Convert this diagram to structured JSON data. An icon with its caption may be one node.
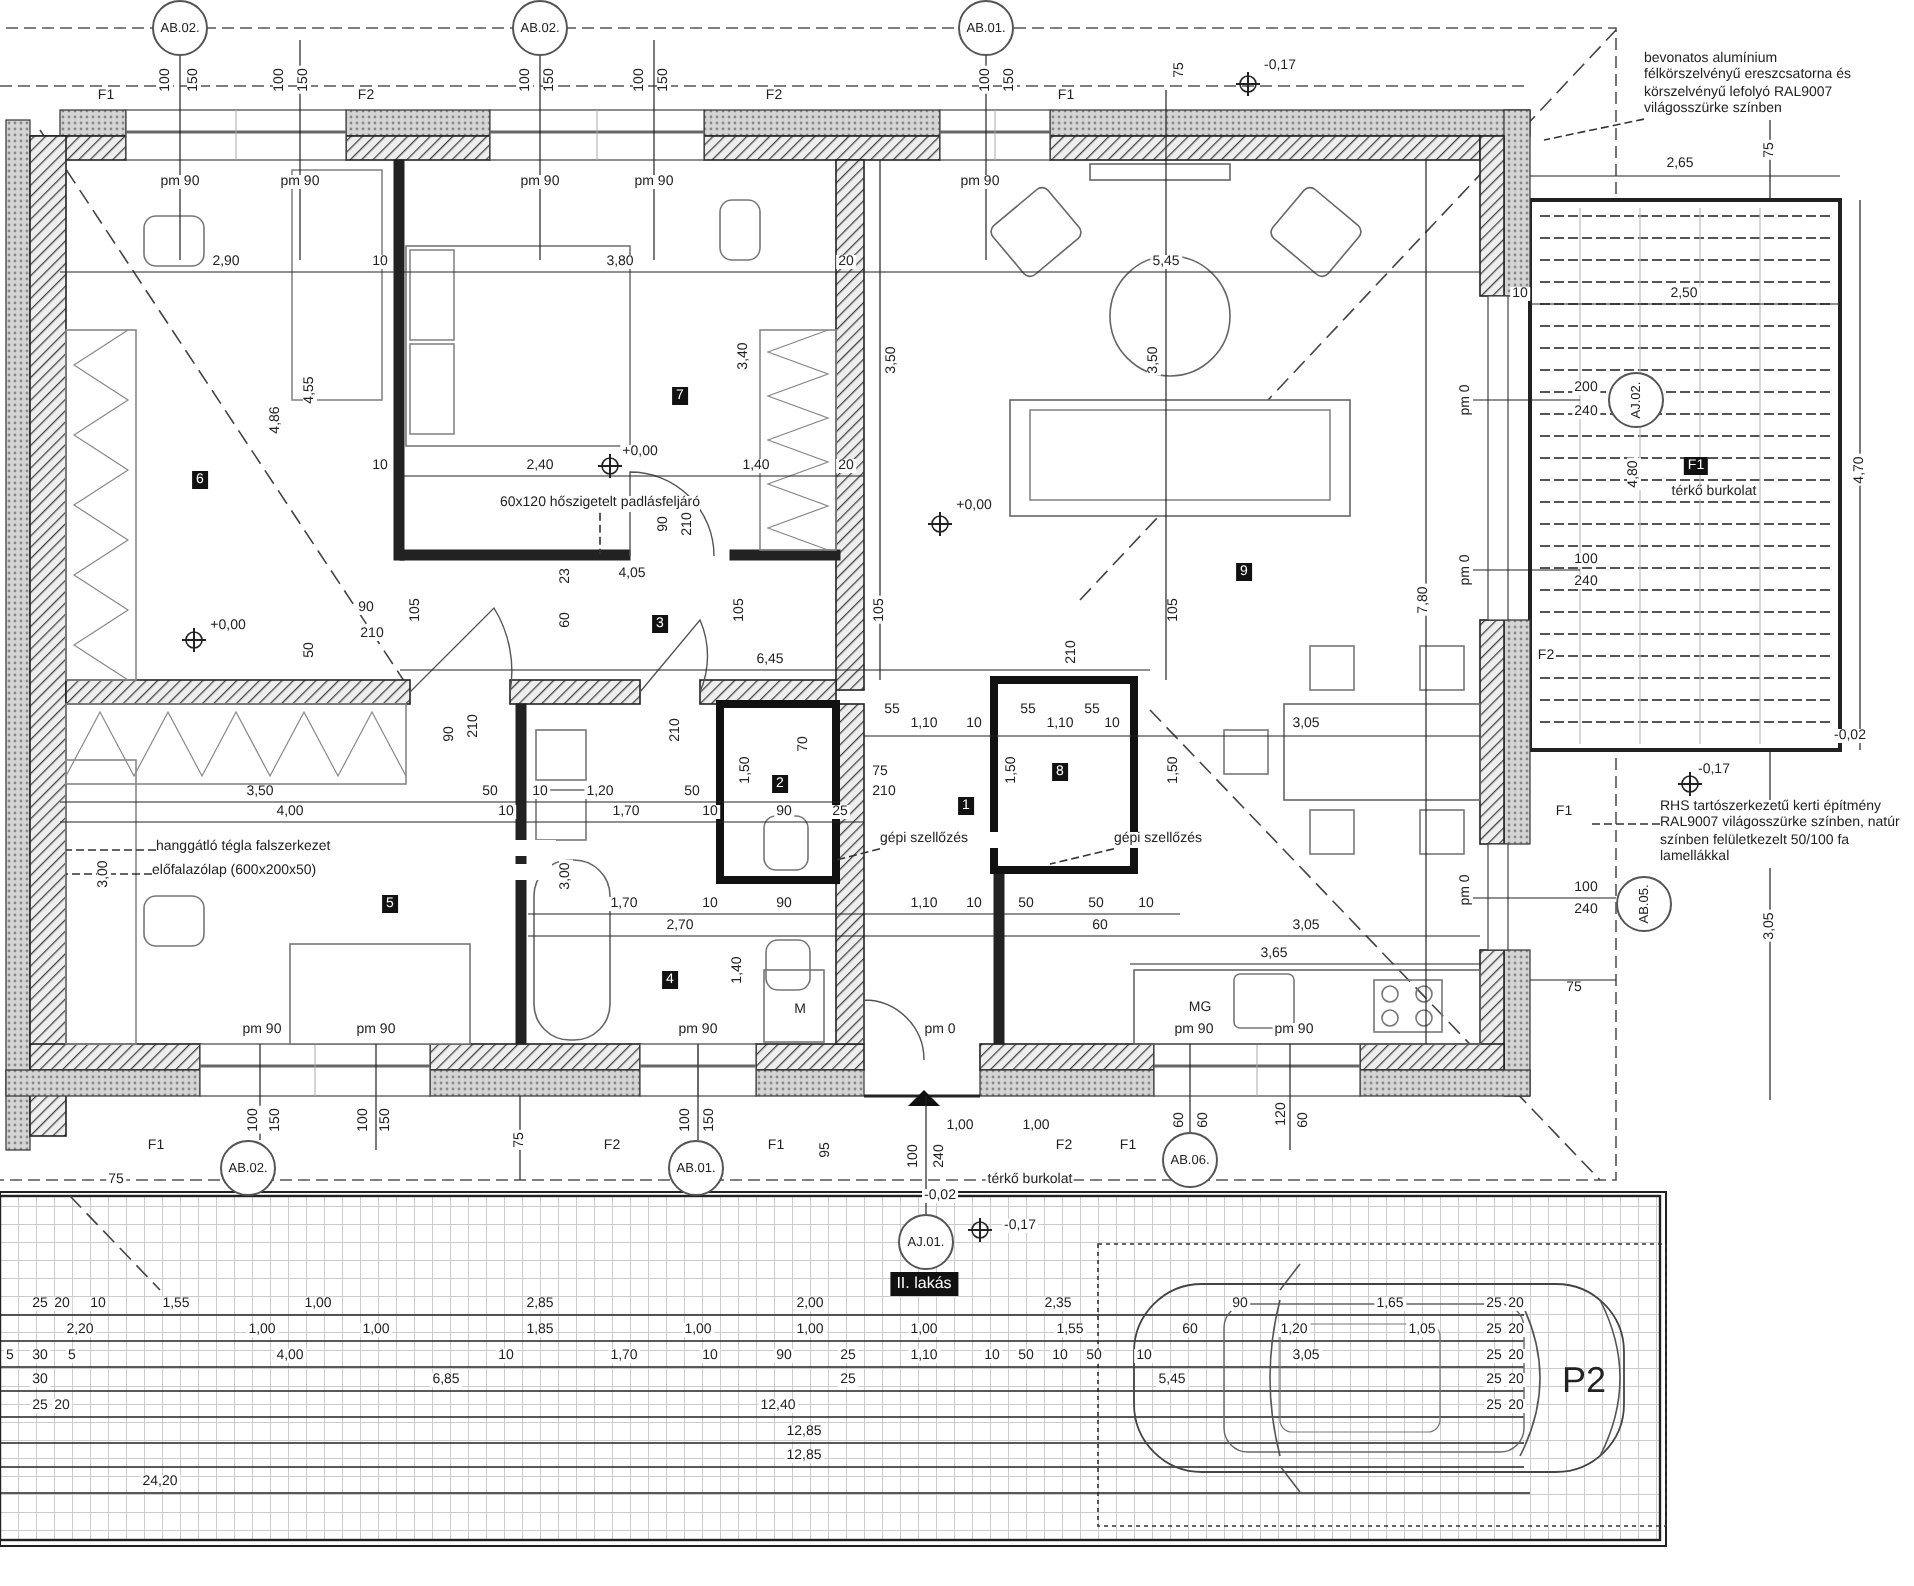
{
  "diagram": {
    "nodes": [
      {
        "text": [
          "bevonatos alumínium félkörszelvényű ereszcsatorna és körszelvényű lefolyó RAL9007 világosszürke színben"
        ]
      },
      {
        "text": [
          "hanggátló tégla falszerkezet"
        ]
      },
      {
        "text": [
          "előfalazólap (600x200x50)"
        ]
      },
      {
        "text": [
          "60x120 hőszigetelt padlásfeljáró"
        ]
      },
      {
        "text": [
          "gépi szellőzés"
        ]
      },
      {
        "text": [
          "gépi szellőzés"
        ]
      },
      {
        "text": [
          "RHS tartószerkezetű kerti építmény RAL9007 világosszürke színben, natúr színben felületkezelt 50/100 fa lamellákkal"
        ]
      },
      {
        "text": [
          "AB.02."
        ]
      },
      {
        "text": [
          "AB.02."
        ]
      },
      {
        "text": [
          "AB.01."
        ]
      },
      {
        "text": [
          "AJ.02."
        ]
      },
      {
        "text": [
          "AB.05."
        ]
      },
      {
        "text": [
          "AB.02."
        ]
      },
      {
        "text": [
          "AB.01."
        ]
      },
      {
        "text": [
          "AB.06."
        ]
      },
      {
        "text": [
          "AJ.01."
        ]
      },
      {
        "text": [
          "6"
        ]
      },
      {
        "text": [
          "7"
        ]
      },
      {
        "text": [
          "9"
        ]
      },
      {
        "text": [
          "3"
        ]
      },
      {
        "text": [
          "2"
        ]
      },
      {
        "text": [
          "1"
        ]
      },
      {
        "text": [
          "8"
        ]
      },
      {
        "text": [
          "5"
        ]
      },
      {
        "text": [
          "4"
        ]
      },
      {
        "text": [
          "F1"
        ]
      },
      {
        "text": [
          "II. lakás"
        ]
      }
    ],
    "edges": [
      {
        "from": 0,
        "to": null,
        "arrow": "none",
        "style": "dashed"
      },
      {
        "from": 1,
        "to": null,
        "arrow": "none",
        "style": "dashed"
      },
      {
        "from": 2,
        "to": null,
        "arrow": "none",
        "style": "dashed"
      },
      {
        "from": 3,
        "to": null,
        "arrow": "none",
        "style": "dashed"
      },
      {
        "from": 4,
        "to": null,
        "arrow": "none",
        "style": "dashed"
      },
      {
        "from": 5,
        "to": null,
        "arrow": "none",
        "style": "dashed"
      },
      {
        "from": 6,
        "to": null,
        "arrow": "none",
        "style": "dashed"
      }
    ],
    "labels": [
      "100",
      "150",
      "100",
      "150",
      "100",
      "150",
      "100",
      "150",
      "100",
      "150",
      "75",
      "-0,17",
      "F1",
      "F2",
      "F2",
      "F1",
      "pm 90",
      "pm 90",
      "pm 90",
      "pm 90",
      "pm 90",
      "2,90",
      "10",
      "3,80",
      "20",
      "5,45",
      "2,65",
      "75",
      "10",
      "2,50",
      "4,86",
      "4,55",
      "3,40",
      "3,50",
      "3,50",
      "+0,00",
      "10",
      "2,40",
      "1,40",
      "20",
      "pm 0",
      "200",
      "240",
      "térkő burkolat",
      "4,80",
      "4,70",
      "+0,00",
      "90",
      "210",
      "23",
      "4,05",
      "100",
      "240",
      "pm 0",
      "7,80",
      "+0,00",
      "90",
      "210",
      "105",
      "50",
      "60",
      "105",
      "105",
      "105",
      "6,45",
      "210",
      "90",
      "210",
      "210",
      "70",
      "55",
      "55",
      "55",
      "1,10",
      "10",
      "1,10",
      "10",
      "3,05",
      "-0,02",
      "1,50",
      "75",
      "210",
      "1,50",
      "1,50",
      "-0,17",
      "F2",
      "F1",
      "3,50",
      "50",
      "10",
      "1,20",
      "50",
      "4,00",
      "10",
      "1,70",
      "10",
      "90",
      "25",
      "3,00",
      "3,00",
      "1,70",
      "10",
      "90",
      "1,10",
      "10",
      "50",
      "50",
      "10",
      "2,70",
      "60",
      "3,05",
      "100",
      "240",
      "pm 0",
      "3,65",
      "3,05",
      "1,40",
      "75",
      "M",
      "MG",
      "pm 90",
      "pm 90",
      "pm 90",
      "pm 0",
      "pm 90",
      "pm 90",
      "100",
      "150",
      "100",
      "150",
      "75",
      "100",
      "150",
      "95",
      "1,00",
      "100",
      "240",
      "1,00",
      "60",
      "60",
      "120",
      "60",
      "F1",
      "F2",
      "F1",
      "F2",
      "F1",
      "75",
      "térkő burkolat",
      "-0,02",
      "-0,17",
      "25",
      "20",
      "10",
      "1,55",
      "1,00",
      "2,85",
      "2,00",
      "2,35",
      "90",
      "1,65",
      "25",
      "20",
      "2,20",
      "1,00",
      "1,00",
      "1,85",
      "1,00",
      "1,00",
      "1,00",
      "1,55",
      "60",
      "1,20",
      "1,05",
      "25",
      "20",
      "5",
      "30",
      "5",
      "4,00",
      "10",
      "1,70",
      "10",
      "90",
      "25",
      "1,10",
      "10",
      "50",
      "10",
      "50",
      "10",
      "3,05",
      "25",
      "20",
      "30",
      "6,85",
      "25",
      "5,45",
      "25",
      "20",
      "25",
      "20",
      "12,40",
      "25",
      "20",
      "12,85",
      "12,85",
      "24,20",
      "P2"
    ]
  }
}
